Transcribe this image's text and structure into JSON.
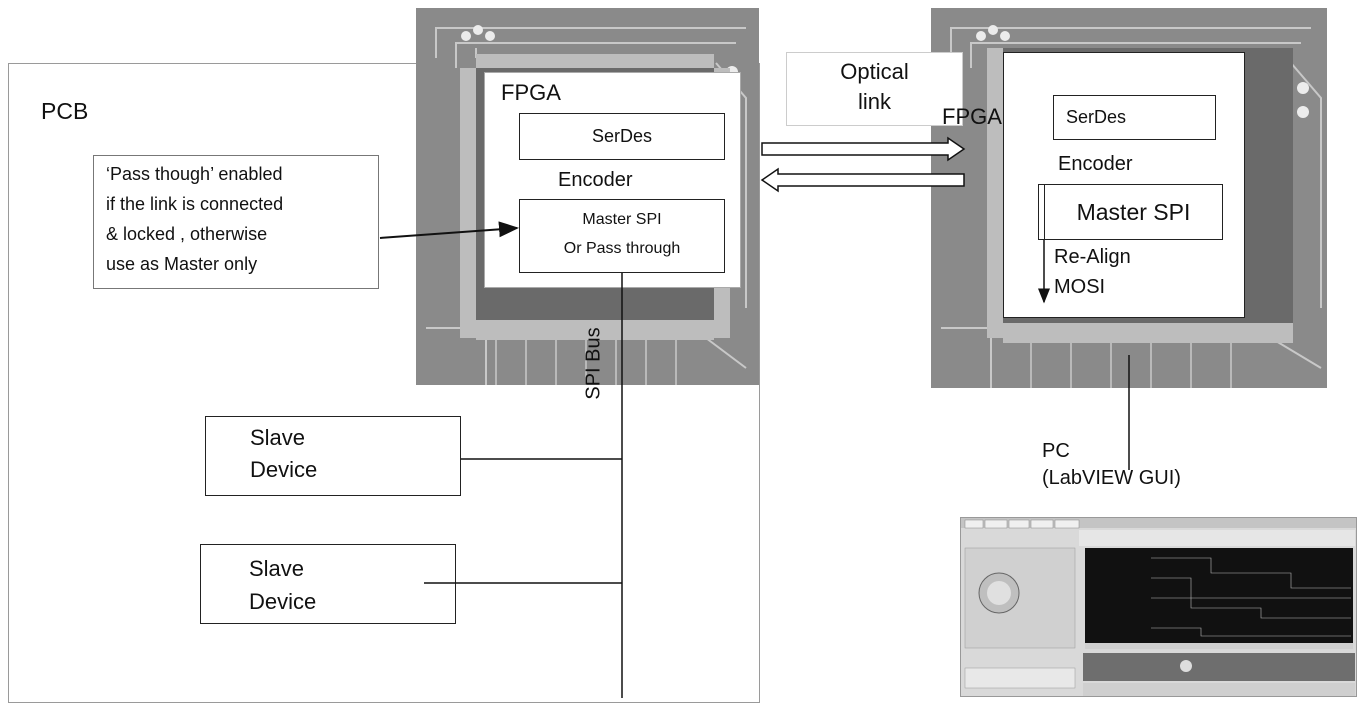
{
  "pcb": {
    "label": "PCB"
  },
  "left_fpga": {
    "label": "FPGA",
    "serdes": "SerDes",
    "encoder": "Encoder",
    "master_spi_line1": "Master SPI",
    "master_spi_line2": "Or Pass through"
  },
  "callout": {
    "line1": "‘Pass though’ enabled",
    "line2": "if the link is connected",
    "line3": "& locked , otherwise",
    "line4": "use as Master only"
  },
  "optical_link": {
    "line1": "Optical",
    "line2": "link"
  },
  "right_fpga": {
    "label": "FPGA",
    "serdes": "SerDes",
    "encoder": "Encoder",
    "master_spi": "Master SPI",
    "realign_line1": "Re-Align",
    "realign_line2": "MOSI"
  },
  "spi_bus": {
    "label": "SPI Bus"
  },
  "slave1": {
    "line1": "Slave",
    "line2": "Device"
  },
  "slave2": {
    "line1": "Slave",
    "line2": "Device"
  },
  "pc": {
    "line1": "PC",
    "line2": "(LabVIEW GUI)"
  }
}
